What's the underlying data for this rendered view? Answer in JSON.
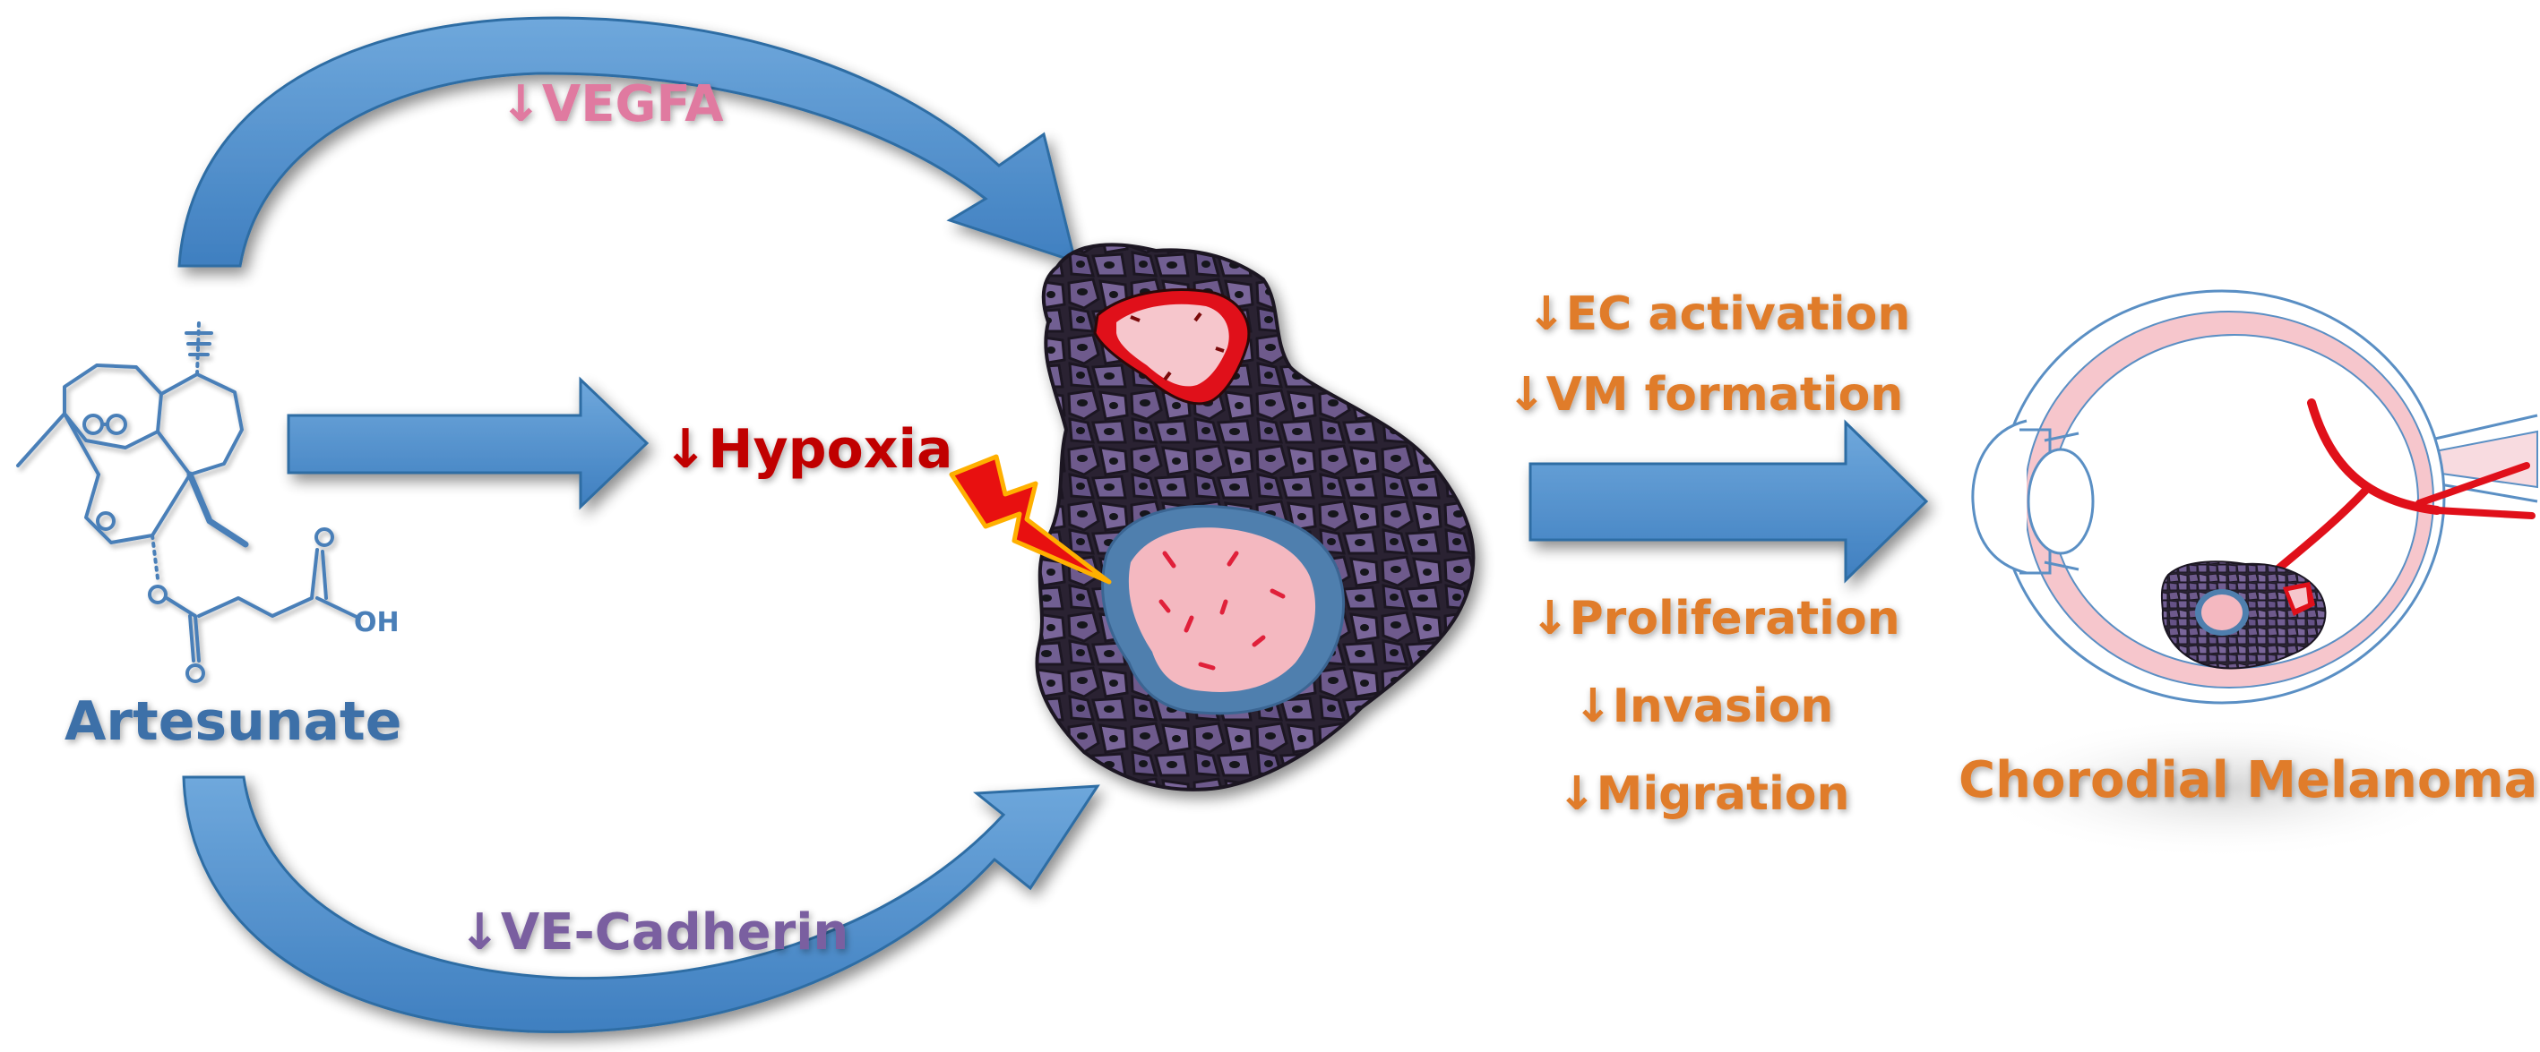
{
  "labels": {
    "vegfa": "↓VEGFA",
    "hypoxia": "↓Hypoxia",
    "ve_cadherin": "↓VE-Cadherin",
    "artesunate": "Artesunate",
    "ec_activation": "↓EC activation",
    "vm_formation": "↓VM formation",
    "proliferation": "↓Proliferation",
    "invasion": "↓Invasion",
    "migration": "↓Migration",
    "melanoma": "Chorodial Melanoma"
  },
  "molecule": {
    "o": "O",
    "oh": "OH"
  },
  "colors": {
    "arrow_fill": "#5b9bd5",
    "arrow_stroke": "#2e6da4",
    "vegfa": "#e07aa0",
    "hypoxia": "#c00000",
    "ve_cadherin": "#7a5fa0",
    "artesunate": "#3d6fa8",
    "outcomes": "#e07b2a",
    "tumor_cell": "#6e5a8c",
    "vessel_red": "#e0101a",
    "lumen_pink": "#f4b8c0"
  }
}
